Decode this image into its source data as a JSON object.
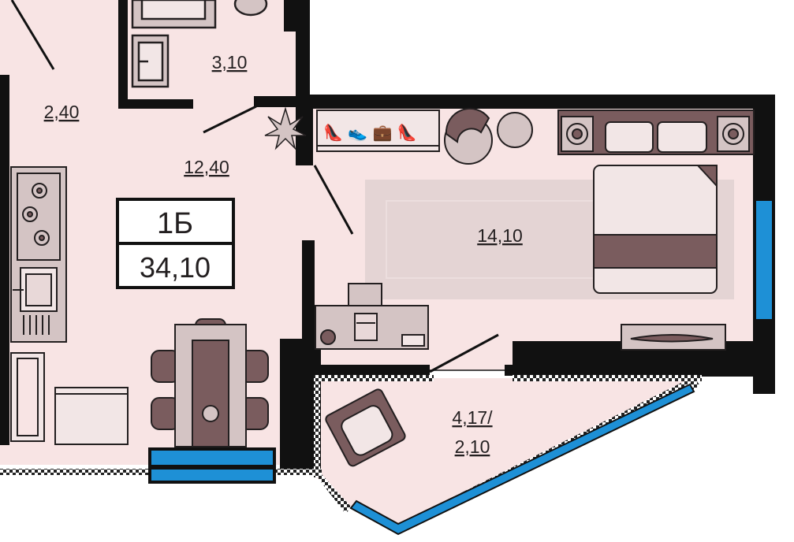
{
  "apartment": {
    "type": "1Б",
    "total_area": "34,10"
  },
  "rooms": {
    "hall_area": "2,40",
    "bathroom_area": "3,10",
    "kitchen_area": "12,40",
    "bedroom_area": "14,10",
    "balcony_area_line1": "4,17/",
    "balcony_area_line2": "2,10"
  },
  "colors": {
    "floor": "#f8e4e4",
    "wall": "#111111",
    "furniture": "#7a5c5e",
    "furniture_light": "#d4c4c4",
    "window": "#1e90d6",
    "rug": "#e4d4d4"
  }
}
